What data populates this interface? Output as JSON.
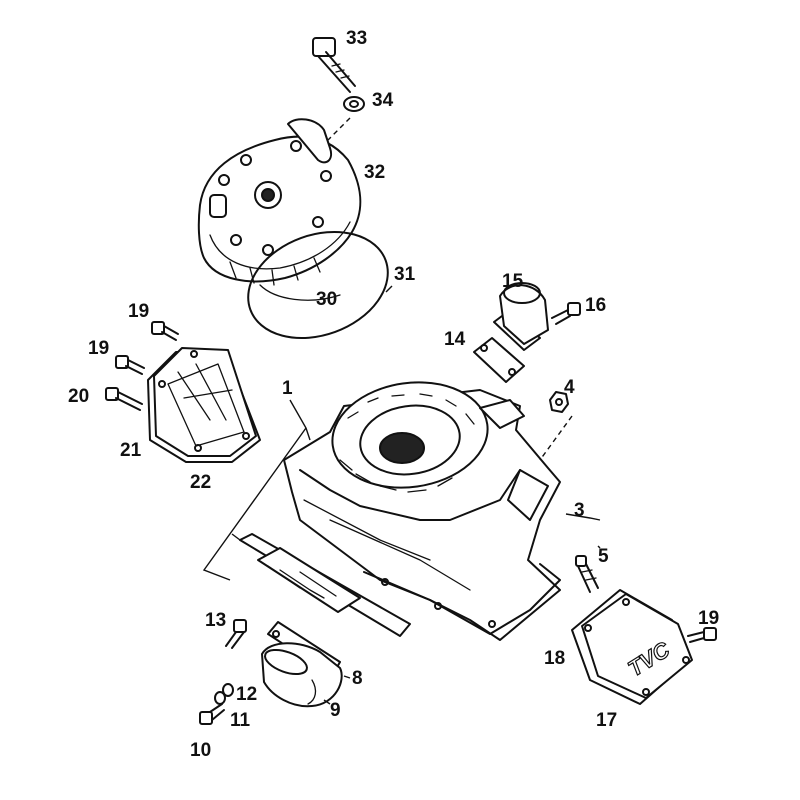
{
  "callouts": {
    "n1": "1",
    "n3": "3",
    "n4": "4",
    "n5": "5",
    "n8": "8",
    "n9": "9",
    "n10": "10",
    "n11": "11",
    "n12": "12",
    "n13": "13",
    "n14": "14",
    "n15": "15",
    "n16": "16",
    "n17": "17",
    "n18": "18",
    "n19a": "19",
    "n19b": "19",
    "n19c": "19",
    "n20": "20",
    "n21": "21",
    "n22": "22",
    "n30": "30",
    "n31": "31",
    "n32": "32",
    "n33": "33",
    "n34": "34"
  },
  "cover_logo": "TVC"
}
